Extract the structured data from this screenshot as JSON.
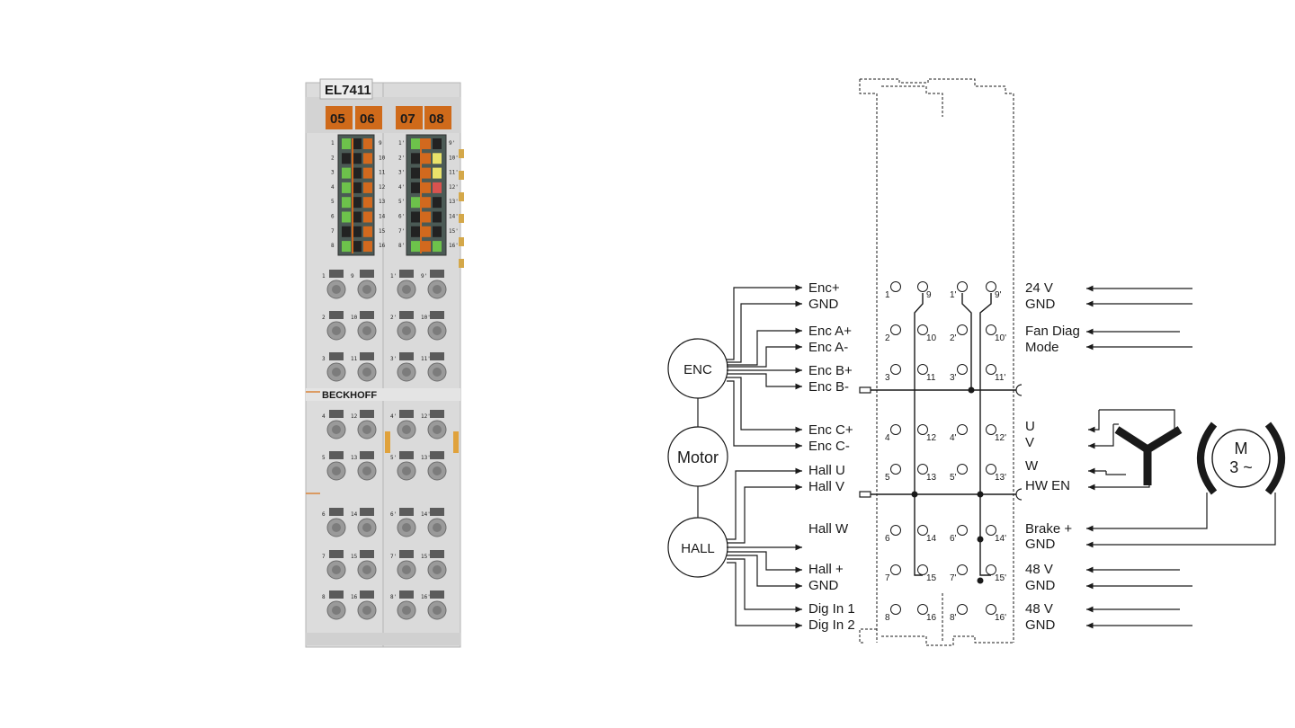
{
  "module": {
    "model": "EL7411",
    "brand": "BECKHOFF",
    "tabs": [
      "05",
      "06",
      "07",
      "08"
    ],
    "left_led_numbers": [
      "1",
      "2",
      "3",
      "4",
      "5",
      "6",
      "7",
      "8"
    ],
    "mid_led_numbers": [
      "9",
      "10",
      "11",
      "12",
      "13",
      "14",
      "15",
      "16"
    ],
    "mid2_led_numbers": [
      "1'",
      "2'",
      "3'",
      "4'",
      "5'",
      "6'",
      "7'",
      "8'"
    ],
    "right_led_numbers": [
      "9'",
      "10'",
      "11'",
      "12'",
      "13'",
      "14'",
      "15'",
      "16'"
    ],
    "colors": {
      "orange": "#d2691e",
      "green": "#6dc24b",
      "yellow": "#e9e26a",
      "red": "#d9534f",
      "housing": "#d9d9d9"
    }
  },
  "diagram": {
    "devices": {
      "enc": "ENC",
      "motor": "Motor",
      "hall": "HALL",
      "motor_symbol_top": "M",
      "motor_symbol_bottom": "3 ~"
    },
    "left_labels": [
      "Enc+",
      "GND",
      "Enc A+",
      "Enc A-",
      "Enc B+",
      "Enc B-",
      "Enc C+",
      "Enc C-",
      "Hall U",
      "Hall V",
      "Hall W",
      "Hall +",
      "GND",
      "Dig In 1",
      "Dig In 2"
    ],
    "right_labels": [
      "24 V",
      "GND",
      "Fan Diag",
      "Mode",
      "U",
      "V",
      "W",
      "HW EN",
      "Brake +",
      "GND",
      "48 V",
      "GND",
      "48 V",
      "GND"
    ],
    "terminal_numbers": [
      [
        "1",
        "9",
        "1'",
        "9'"
      ],
      [
        "2",
        "10",
        "2'",
        "10'"
      ],
      [
        "3",
        "11",
        "3'",
        "11'"
      ],
      [
        "4",
        "12",
        "4'",
        "12'"
      ],
      [
        "5",
        "13",
        "5'",
        "13'"
      ],
      [
        "6",
        "14",
        "6'",
        "14'"
      ],
      [
        "7",
        "15",
        "7'",
        "15'"
      ],
      [
        "8",
        "16",
        "8'",
        "16'"
      ]
    ]
  }
}
